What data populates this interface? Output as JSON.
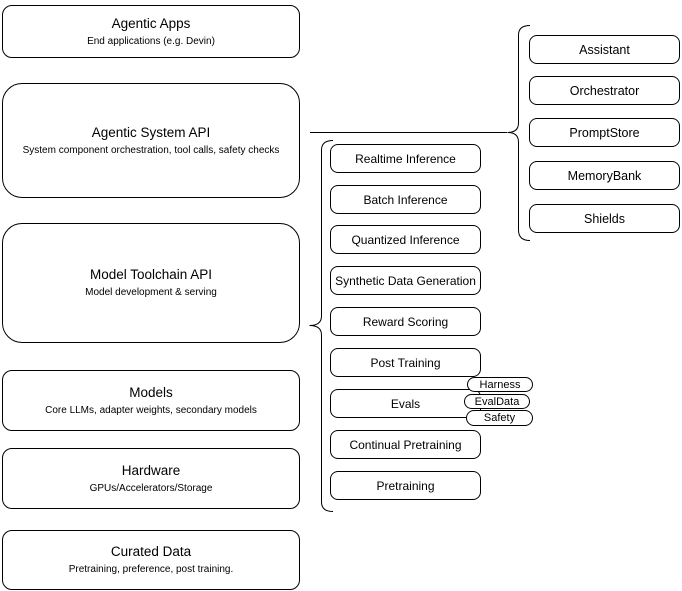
{
  "diagram": {
    "left_column": [
      {
        "title": "Agentic Apps",
        "subtitle": "End applications (e.g. Devin)"
      },
      {
        "title": "Agentic System API",
        "subtitle": "System component orchestration, tool calls, safety checks"
      },
      {
        "title": "Model Toolchain API",
        "subtitle": "Model development & serving"
      },
      {
        "title": "Models",
        "subtitle": "Core LLMs, adapter weights, secondary models"
      },
      {
        "title": "Hardware",
        "subtitle": "GPUs/Accelerators/Storage"
      },
      {
        "title": "Curated Data",
        "subtitle": "Pretraining, preference, post training."
      }
    ],
    "toolchain_items": [
      "Realtime Inference",
      "Batch Inference",
      "Quantized Inference",
      "Synthetic Data Generation",
      "Reward Scoring",
      "Post Training",
      "Evals",
      "Continual Pretraining",
      "Pretraining"
    ],
    "evals_tags": [
      "Harness",
      "EvalData",
      "Safety"
    ],
    "system_components": [
      "Assistant",
      "Orchestrator",
      "PromptStore",
      "MemoryBank",
      "Shields"
    ],
    "colors": {
      "stroke": "#000000",
      "background": "#ffffff",
      "text": "#000000"
    }
  }
}
